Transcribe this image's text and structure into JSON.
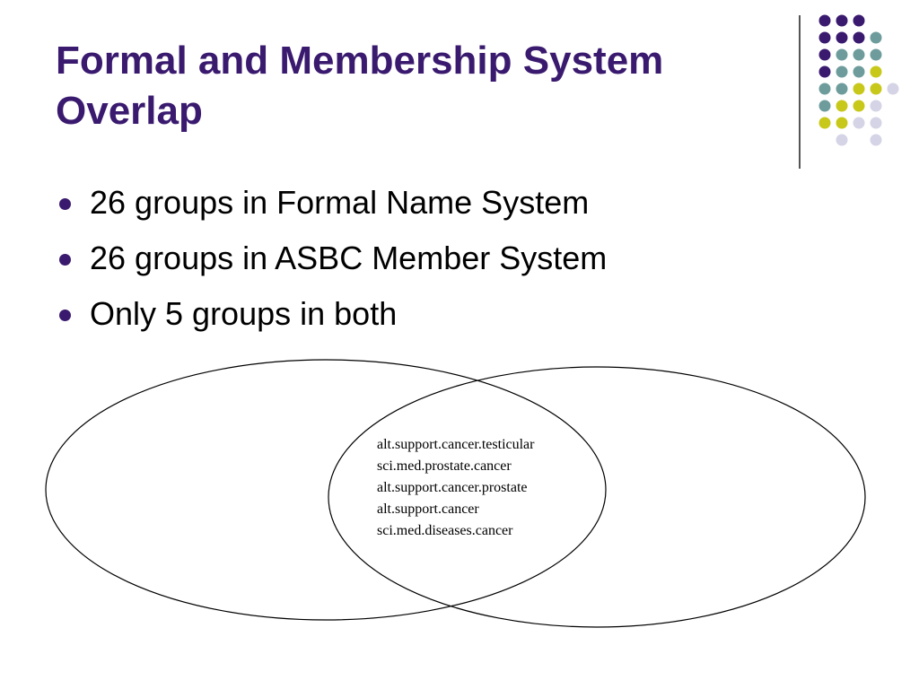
{
  "slide": {
    "title_line1": "Formal and Membership System",
    "title_line2": "Overlap"
  },
  "bullets": [
    "26 groups in Formal Name System",
    "26 groups in ASBC Member System",
    "Only 5 groups in both"
  ],
  "venn": {
    "overlap_items": [
      "alt.support.cancer.testicular",
      "sci.med.prostate.cancer",
      "alt.support.cancer.prostate",
      "alt.support.cancer",
      "sci.med.diseases.cancer"
    ]
  },
  "colors": {
    "title": "#3a1a6e",
    "purple": "#3a1a6e",
    "teal": "#6e9c9c",
    "lime": "#c8c81a",
    "lavender": "#d4d4e6"
  }
}
